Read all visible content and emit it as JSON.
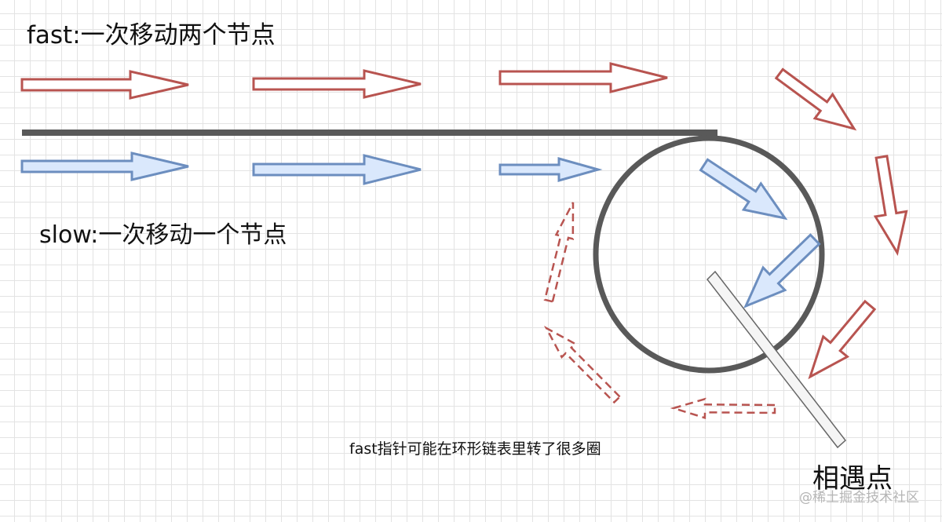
{
  "labels": {
    "fast": "fast:一次移动两个节点",
    "slow": "slow:一次移动一个节点",
    "loop_note": "fast指针可能在环形链表里转了很多圈",
    "meet": "相遇点"
  },
  "watermark": "@稀土掘金技术社区",
  "colors": {
    "fast_stroke": "#b85450",
    "fast_fill": "#ffffff",
    "slow_stroke": "#6c8ebf",
    "slow_fill": "#dae8fc",
    "list_line": "#595959",
    "meet_bar_fill": "#f5f5f5",
    "meet_bar_stroke": "#666666",
    "grid": "#e3e3e3"
  }
}
